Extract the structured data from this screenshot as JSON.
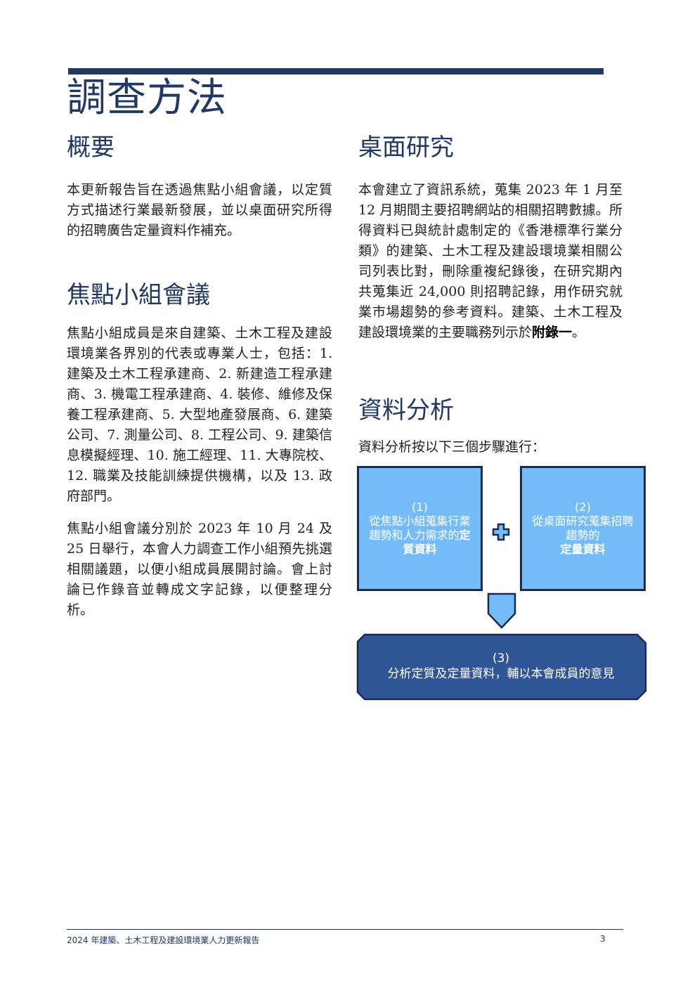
{
  "page_title": "調查方法",
  "overview": {
    "heading": "概要",
    "body": "本更新報告旨在透過焦點小組會議，以定質方式描述行業最新發展，並以桌面研究所得的招聘廣告定量資料作補充。"
  },
  "focus_group": {
    "heading": "焦點小組會議",
    "body1": "焦點小組成員是來自建築、土木工程及建設環境業各界別的代表或專業人士，包括：1. 建築及土木工程承建商、2. 新建造工程承建商、3. 機電工程承建商、4. 裝修、維修及保養工程承建商、5. 大型地產發展商、6. 建築公司、7. 測量公司、8. 工程公司、9. 建築信息模擬經理、10. 施工經理、11. 大專院校、12. 職業及技能訓練提供機構，以及 13. 政府部門。",
    "body2": "焦點小組會議分別於 2023 年 10 月 24 及 25 日舉行，本會人力調查工作小組預先挑選相關議題，以便小組成員展開討論。會上討論已作錄音並轉成文字記錄，以便整理分析。"
  },
  "desk_research": {
    "heading": "桌面研究",
    "body": "本會建立了資訊系統，蒐集 2023 年 1 月至 12 月期間主要招聘網站的相關招聘數據。所得資料已與統計處制定的《香港標準行業分類》的建築、土木工程及建設環境業相關公司列表比對，刪除重複紀錄後，在研究期內共蒐集近 24,000 則招聘記錄，用作研究就業市場趨勢的參考資料。建築、土木工程及建設環境業的主要職務列示於",
    "link": "附錄一",
    "tail": "。"
  },
  "analysis": {
    "heading": "資料分析",
    "intro": "資料分析按以下三個步驟進行：",
    "step1": {
      "num": "(1)",
      "text": "從焦點小組蒐集行業趨勢和人力需求的",
      "bold": "定質資料"
    },
    "step2": {
      "num": "(2)",
      "text": "從桌面研究蒐集招聘趨勢的",
      "bold": "定量資料"
    },
    "step3": {
      "num": "(3)",
      "text": "分析定質及定量資料，輔以本會成員的意見"
    },
    "colors": {
      "box_fill": "#74bcf8",
      "result_fill": "#2f5597",
      "border": "#1c2b4a"
    },
    "icons": [
      "plus-icon",
      "down-arrow-icon"
    ]
  },
  "footer": {
    "text": "2024 年建築、土木工程及建設環境業人力更新報告",
    "page": "3"
  }
}
